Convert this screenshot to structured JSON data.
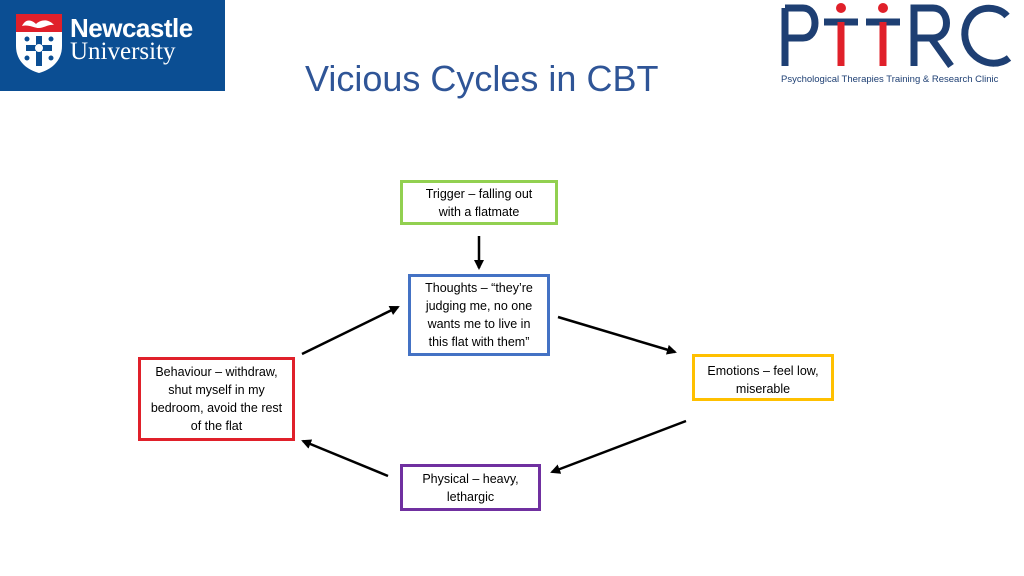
{
  "logos": {
    "newcastle": {
      "line1": "Newcastle",
      "line2": "University",
      "bg_color": "#0b4e93"
    },
    "pttrc": {
      "wordmark": "P††RC",
      "subtitle": "Psychological Therapies Training & Research Clinic",
      "color": "#1e3f73",
      "accent": "#e0202a"
    }
  },
  "title": "Vicious Cycles in CBT",
  "diagram": {
    "nodes": [
      {
        "id": "trigger",
        "text": "Trigger – falling out with a flatmate",
        "border_color": "#92d050"
      },
      {
        "id": "thoughts",
        "text": "Thoughts – “they’re judging me, no one wants me to live in this flat with them”",
        "border_color": "#4472c4"
      },
      {
        "id": "emotions",
        "text": "Emotions – feel low, miserable",
        "border_color": "#ffc000"
      },
      {
        "id": "physical",
        "text": "Physical – heavy, lethargic",
        "border_color": "#7030a0"
      },
      {
        "id": "behaviour",
        "text": "Behaviour – withdraw, shut myself in my bedroom, avoid the rest of the flat",
        "border_color": "#e0202a"
      }
    ],
    "edges": [
      {
        "from": "trigger",
        "to": "thoughts"
      },
      {
        "from": "thoughts",
        "to": "emotions"
      },
      {
        "from": "emotions",
        "to": "physical"
      },
      {
        "from": "physical",
        "to": "behaviour"
      },
      {
        "from": "behaviour",
        "to": "thoughts"
      }
    ]
  }
}
